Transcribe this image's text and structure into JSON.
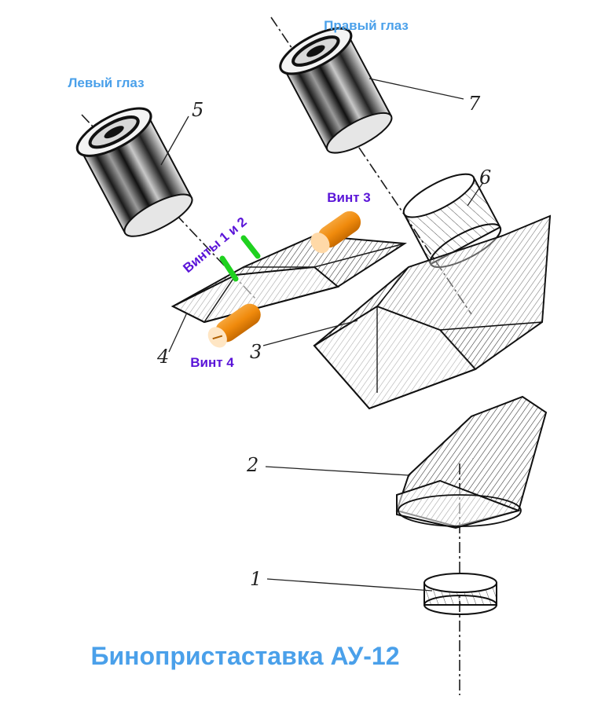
{
  "title": "Бинопристаставка АУ-12",
  "labels": {
    "left_eye": "Левый глаз",
    "right_eye": "Правый глаз",
    "screws_1_2": "Винты 1 и 2",
    "screw_3": "Винт 3",
    "screw_4": "Винт 4"
  },
  "part_numbers": {
    "p1": "1",
    "p2": "2",
    "p3": "3",
    "p4": "4",
    "p5": "5",
    "p6": "6",
    "p7": "7"
  },
  "colors": {
    "label_blue": "#4aa0ea",
    "label_violet": "#5a14d8",
    "screw_orange": "#f08a0c",
    "screw_green": "#1fd11f"
  }
}
